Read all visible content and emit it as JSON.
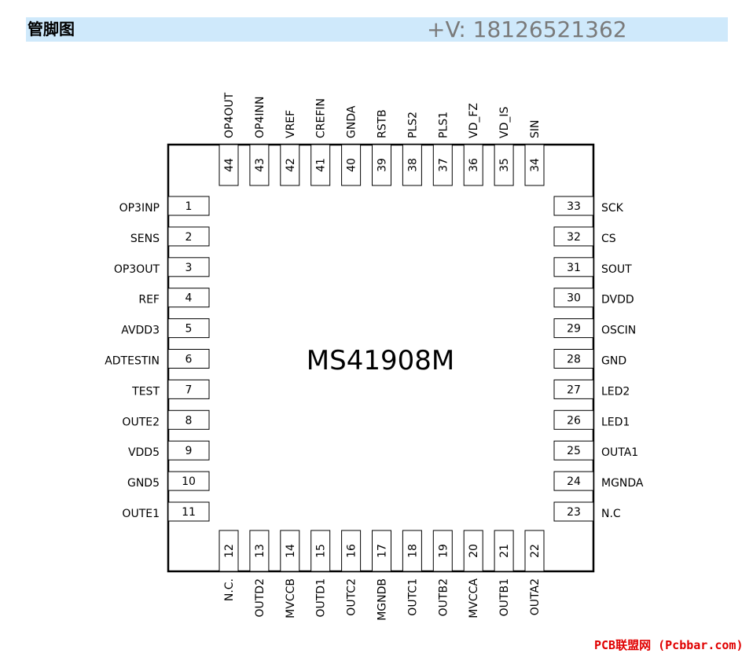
{
  "header": {
    "title": "管脚图",
    "contact": "+V: 18126521362"
  },
  "chip": {
    "name": "MS41908M"
  },
  "pins": {
    "left": [
      {
        "num": "1",
        "name": "OP3INP"
      },
      {
        "num": "2",
        "name": "SENS"
      },
      {
        "num": "3",
        "name": "OP3OUT"
      },
      {
        "num": "4",
        "name": "REF"
      },
      {
        "num": "5",
        "name": "AVDD3"
      },
      {
        "num": "6",
        "name": "ADTESTIN"
      },
      {
        "num": "7",
        "name": "TEST"
      },
      {
        "num": "8",
        "name": "OUTE2"
      },
      {
        "num": "9",
        "name": "VDD5"
      },
      {
        "num": "10",
        "name": "GND5"
      },
      {
        "num": "11",
        "name": "OUTE1"
      }
    ],
    "bottom": [
      {
        "num": "12",
        "name": "N.C."
      },
      {
        "num": "13",
        "name": "OUTD2"
      },
      {
        "num": "14",
        "name": "MVCCB"
      },
      {
        "num": "15",
        "name": "OUTD1"
      },
      {
        "num": "16",
        "name": "OUTC2"
      },
      {
        "num": "17",
        "name": "MGNDB"
      },
      {
        "num": "18",
        "name": "OUTC1"
      },
      {
        "num": "19",
        "name": "OUTB2"
      },
      {
        "num": "20",
        "name": "MVCCA"
      },
      {
        "num": "21",
        "name": "OUTB1"
      },
      {
        "num": "22",
        "name": "OUTA2"
      }
    ],
    "right": [
      {
        "num": "33",
        "name": "SCK"
      },
      {
        "num": "32",
        "name": "CS"
      },
      {
        "num": "31",
        "name": "SOUT"
      },
      {
        "num": "30",
        "name": "DVDD"
      },
      {
        "num": "29",
        "name": "OSCIN"
      },
      {
        "num": "28",
        "name": "GND"
      },
      {
        "num": "27",
        "name": "LED2"
      },
      {
        "num": "26",
        "name": "LED1"
      },
      {
        "num": "25",
        "name": "OUTA1"
      },
      {
        "num": "24",
        "name": "MGNDA"
      },
      {
        "num": "23",
        "name": "N.C"
      }
    ],
    "top": [
      {
        "num": "44",
        "name": "OP4OUT"
      },
      {
        "num": "43",
        "name": "OP4INN"
      },
      {
        "num": "42",
        "name": "VREF"
      },
      {
        "num": "41",
        "name": "CREFIN"
      },
      {
        "num": "40",
        "name": "GNDA"
      },
      {
        "num": "39",
        "name": "RSTB"
      },
      {
        "num": "38",
        "name": "PLS2"
      },
      {
        "num": "37",
        "name": "PLS1"
      },
      {
        "num": "36",
        "name": "VD_FZ"
      },
      {
        "num": "35",
        "name": "VD_IS"
      },
      {
        "num": "34",
        "name": "SIN"
      }
    ]
  },
  "watermark": "PCB联盟网 (Pcbbar.com)"
}
